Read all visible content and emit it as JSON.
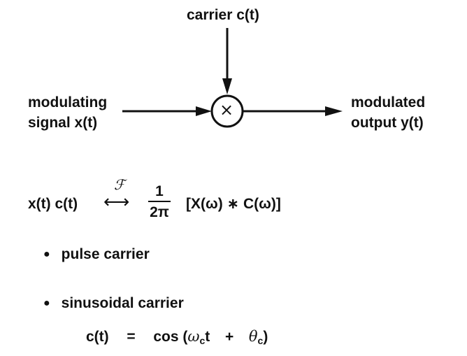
{
  "diagram": {
    "carrier_label": "carrier c(t)",
    "input_label_line1": "modulating",
    "input_label_line2": "signal x(t)",
    "output_label_line1": "modulated",
    "output_label_line2": "output y(t)",
    "multiplier_symbol": "×"
  },
  "equation": {
    "lhs": "x(t) c(t)",
    "transform_symbol": "ℱ",
    "arrow": "⟷",
    "frac_num": "1",
    "frac_den": "2π",
    "rhs": "[X(ω) ∗ C(ω)]"
  },
  "bullets": [
    {
      "text": "pulse carrier"
    },
    {
      "text": "sinusoidal carrier"
    }
  ],
  "carrier_equation": {
    "lhs": "c(t)",
    "equals": "=",
    "func": "cos (",
    "omega": "ω",
    "omega_sub": "c",
    "t_term": "t",
    "plus": "+",
    "theta": "θ",
    "theta_sub": "c",
    "close": ")"
  }
}
